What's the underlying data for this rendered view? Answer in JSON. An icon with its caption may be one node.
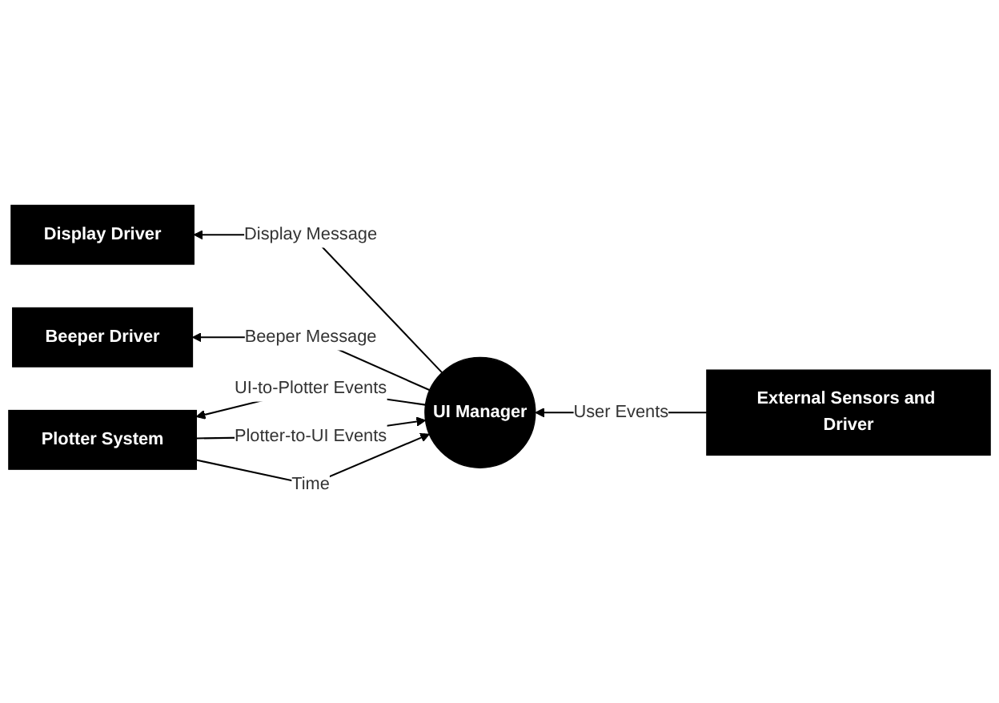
{
  "diagram": {
    "nodes": [
      {
        "text": [
          "Display Driver"
        ]
      },
      {
        "text": [
          "Beeper Driver"
        ]
      },
      {
        "text": [
          "UI Manager"
        ]
      },
      {
        "text": [
          "External Sensors and Driver"
        ]
      },
      {
        "text": [
          "Plotter System"
        ]
      }
    ],
    "edges": [
      {
        "from": 2,
        "to": 0,
        "arrow": "to",
        "label": "Display Message"
      },
      {
        "from": 2,
        "to": 1,
        "arrow": "to",
        "label": "Beeper Message"
      },
      {
        "from": 3,
        "to": 2,
        "arrow": "to",
        "label": "User Events"
      },
      {
        "from": 4,
        "to": 2,
        "arrow": "to",
        "label": "Plotter-to-UI Events"
      },
      {
        "from": 2,
        "to": 4,
        "arrow": "to",
        "label": "UI-to-Plotter Events"
      },
      {
        "from": 4,
        "to": 2,
        "arrow": "to",
        "label": "Time"
      }
    ]
  }
}
